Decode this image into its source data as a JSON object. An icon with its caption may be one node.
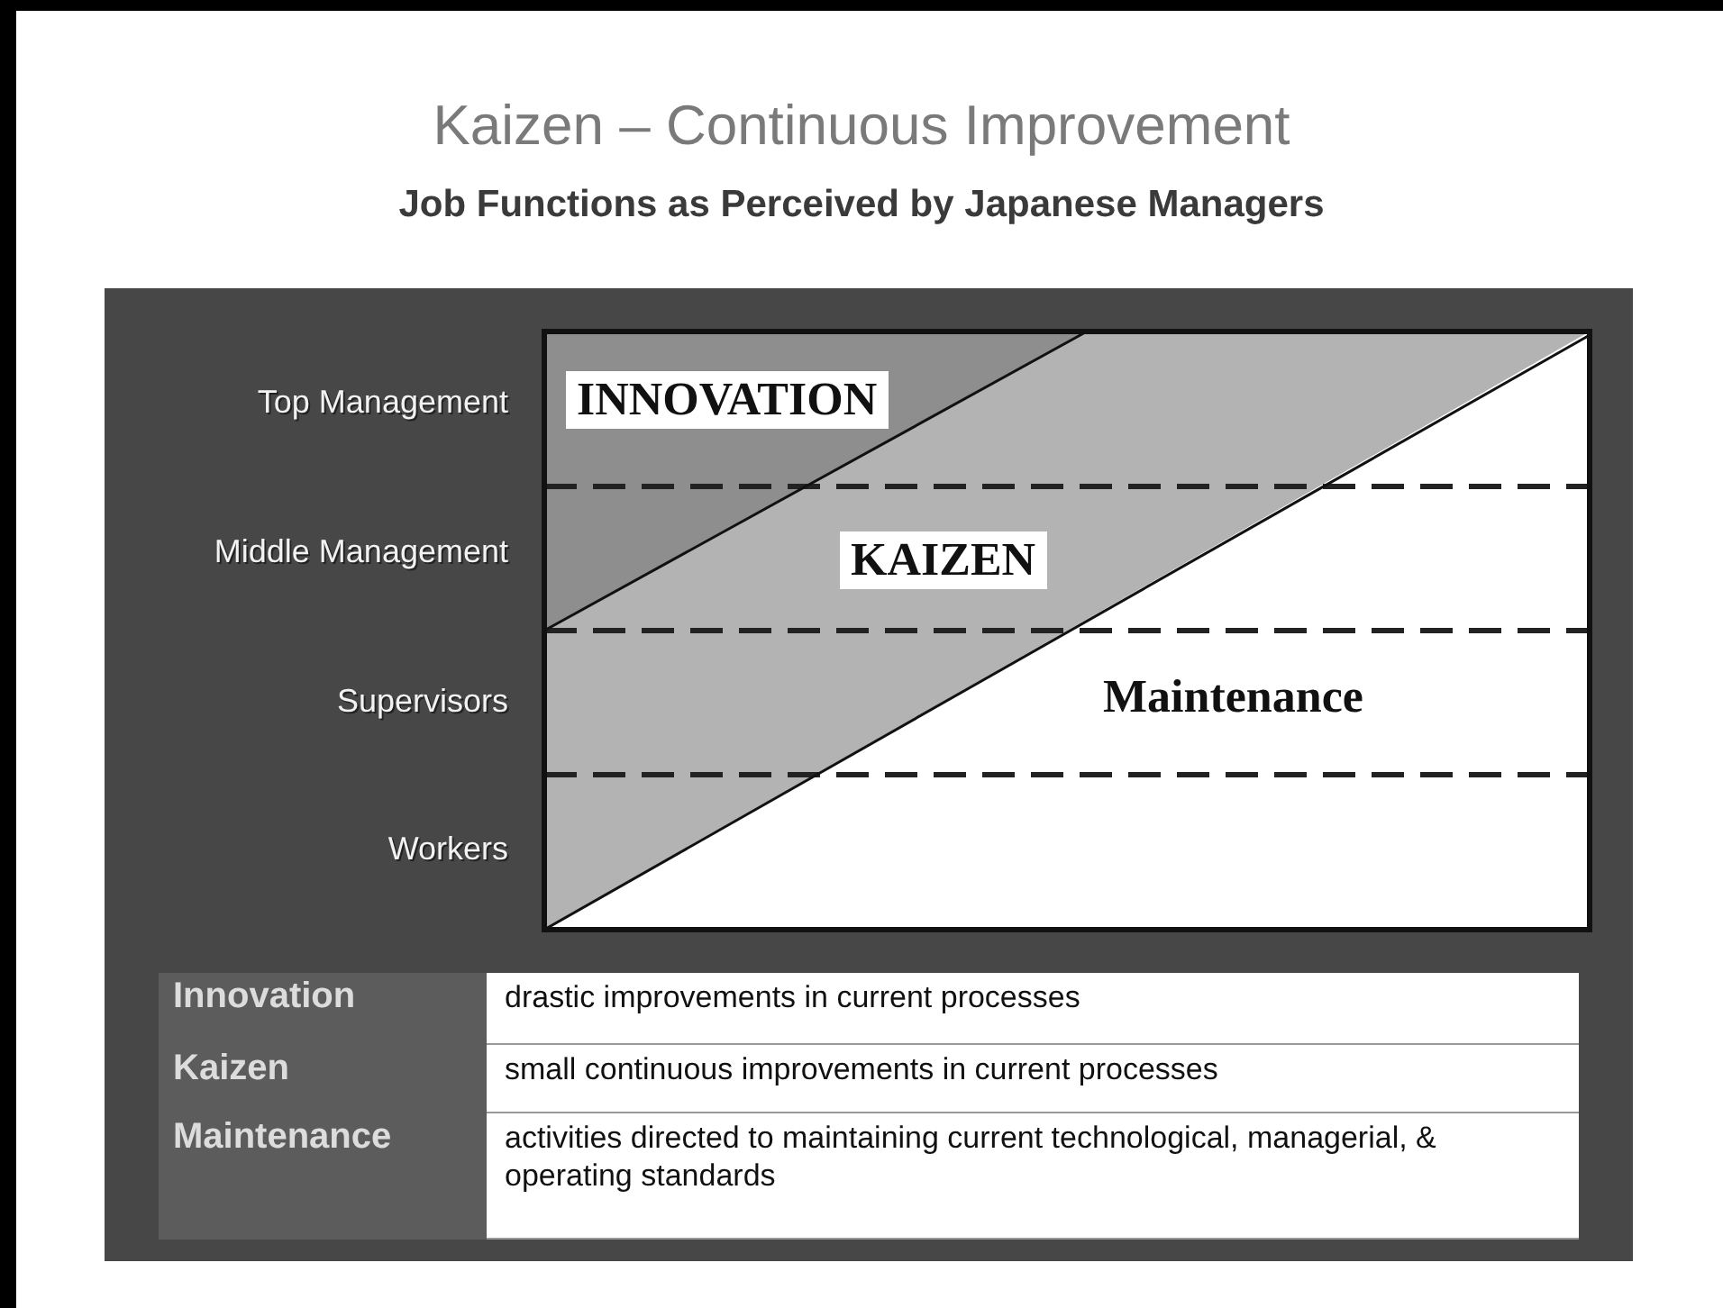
{
  "diagram": {
    "title": "Kaizen – Continuous Improvement",
    "caption": "Job Functions as Perceived by Japanese Managers",
    "labels": [
      "Top Management",
      "INNOVATION",
      "Middle Management",
      "KAIZEN",
      "Supervisors",
      "Maintenance",
      "Workers",
      "Innovation",
      "drastic improvements in current processes",
      "Kaizen",
      "small continuous improvements in current processes",
      "Maintenance",
      "activities directed to maintaining current technological, managerial, & operating standards"
    ]
  }
}
